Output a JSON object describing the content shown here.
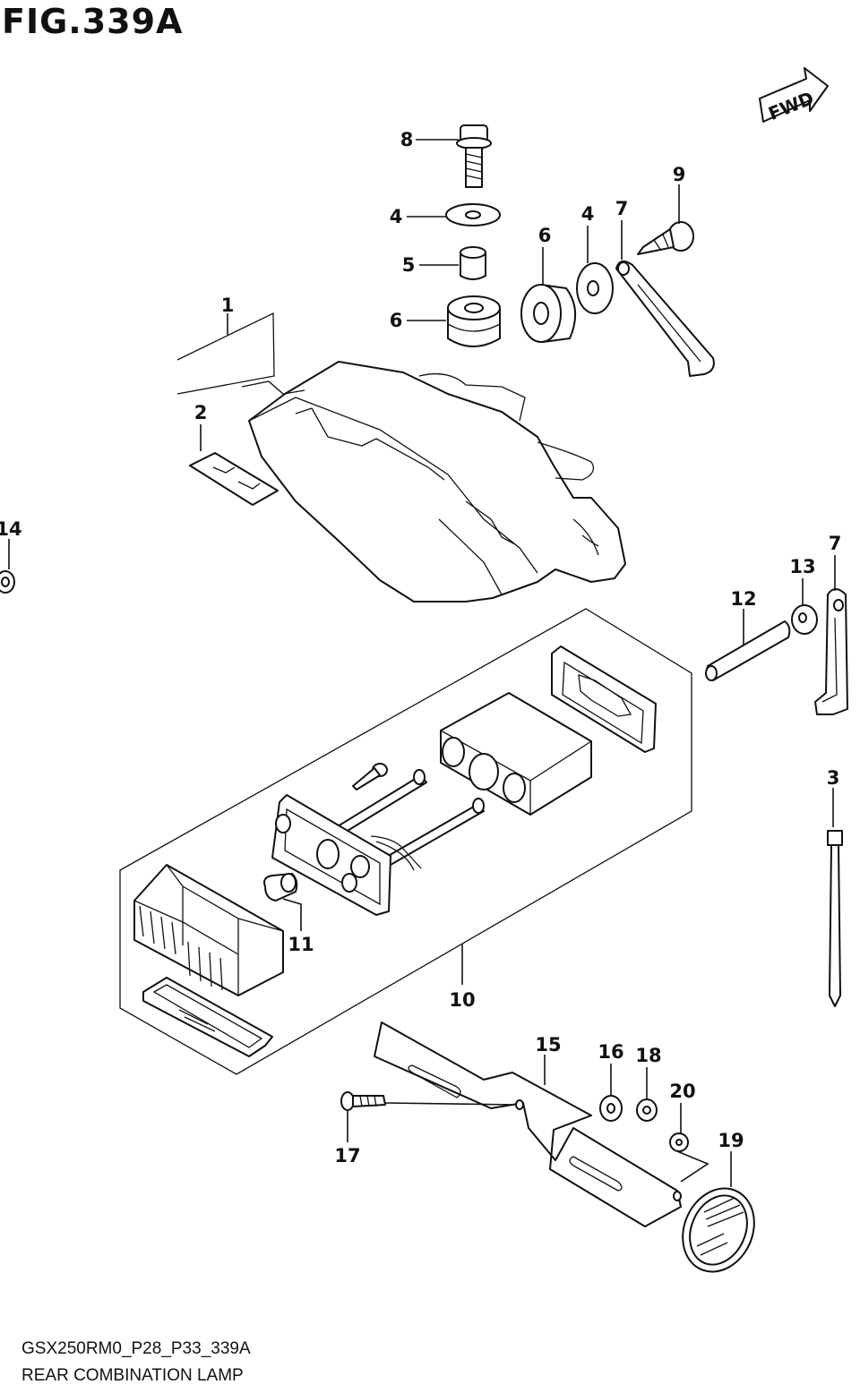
{
  "figure": {
    "title": "FIG.339A",
    "fwd_label": "FWD",
    "model_code": "GSX250RM0_P28_P33_339A",
    "assembly_name": "REAR COMBINATION LAMP"
  },
  "callouts": [
    "1",
    "2",
    "3",
    "4",
    "4",
    "5",
    "6",
    "6",
    "7",
    "7",
    "8",
    "9",
    "10",
    "11",
    "12",
    "13",
    "14",
    "15",
    "16",
    "17",
    "18",
    "19",
    "20"
  ]
}
